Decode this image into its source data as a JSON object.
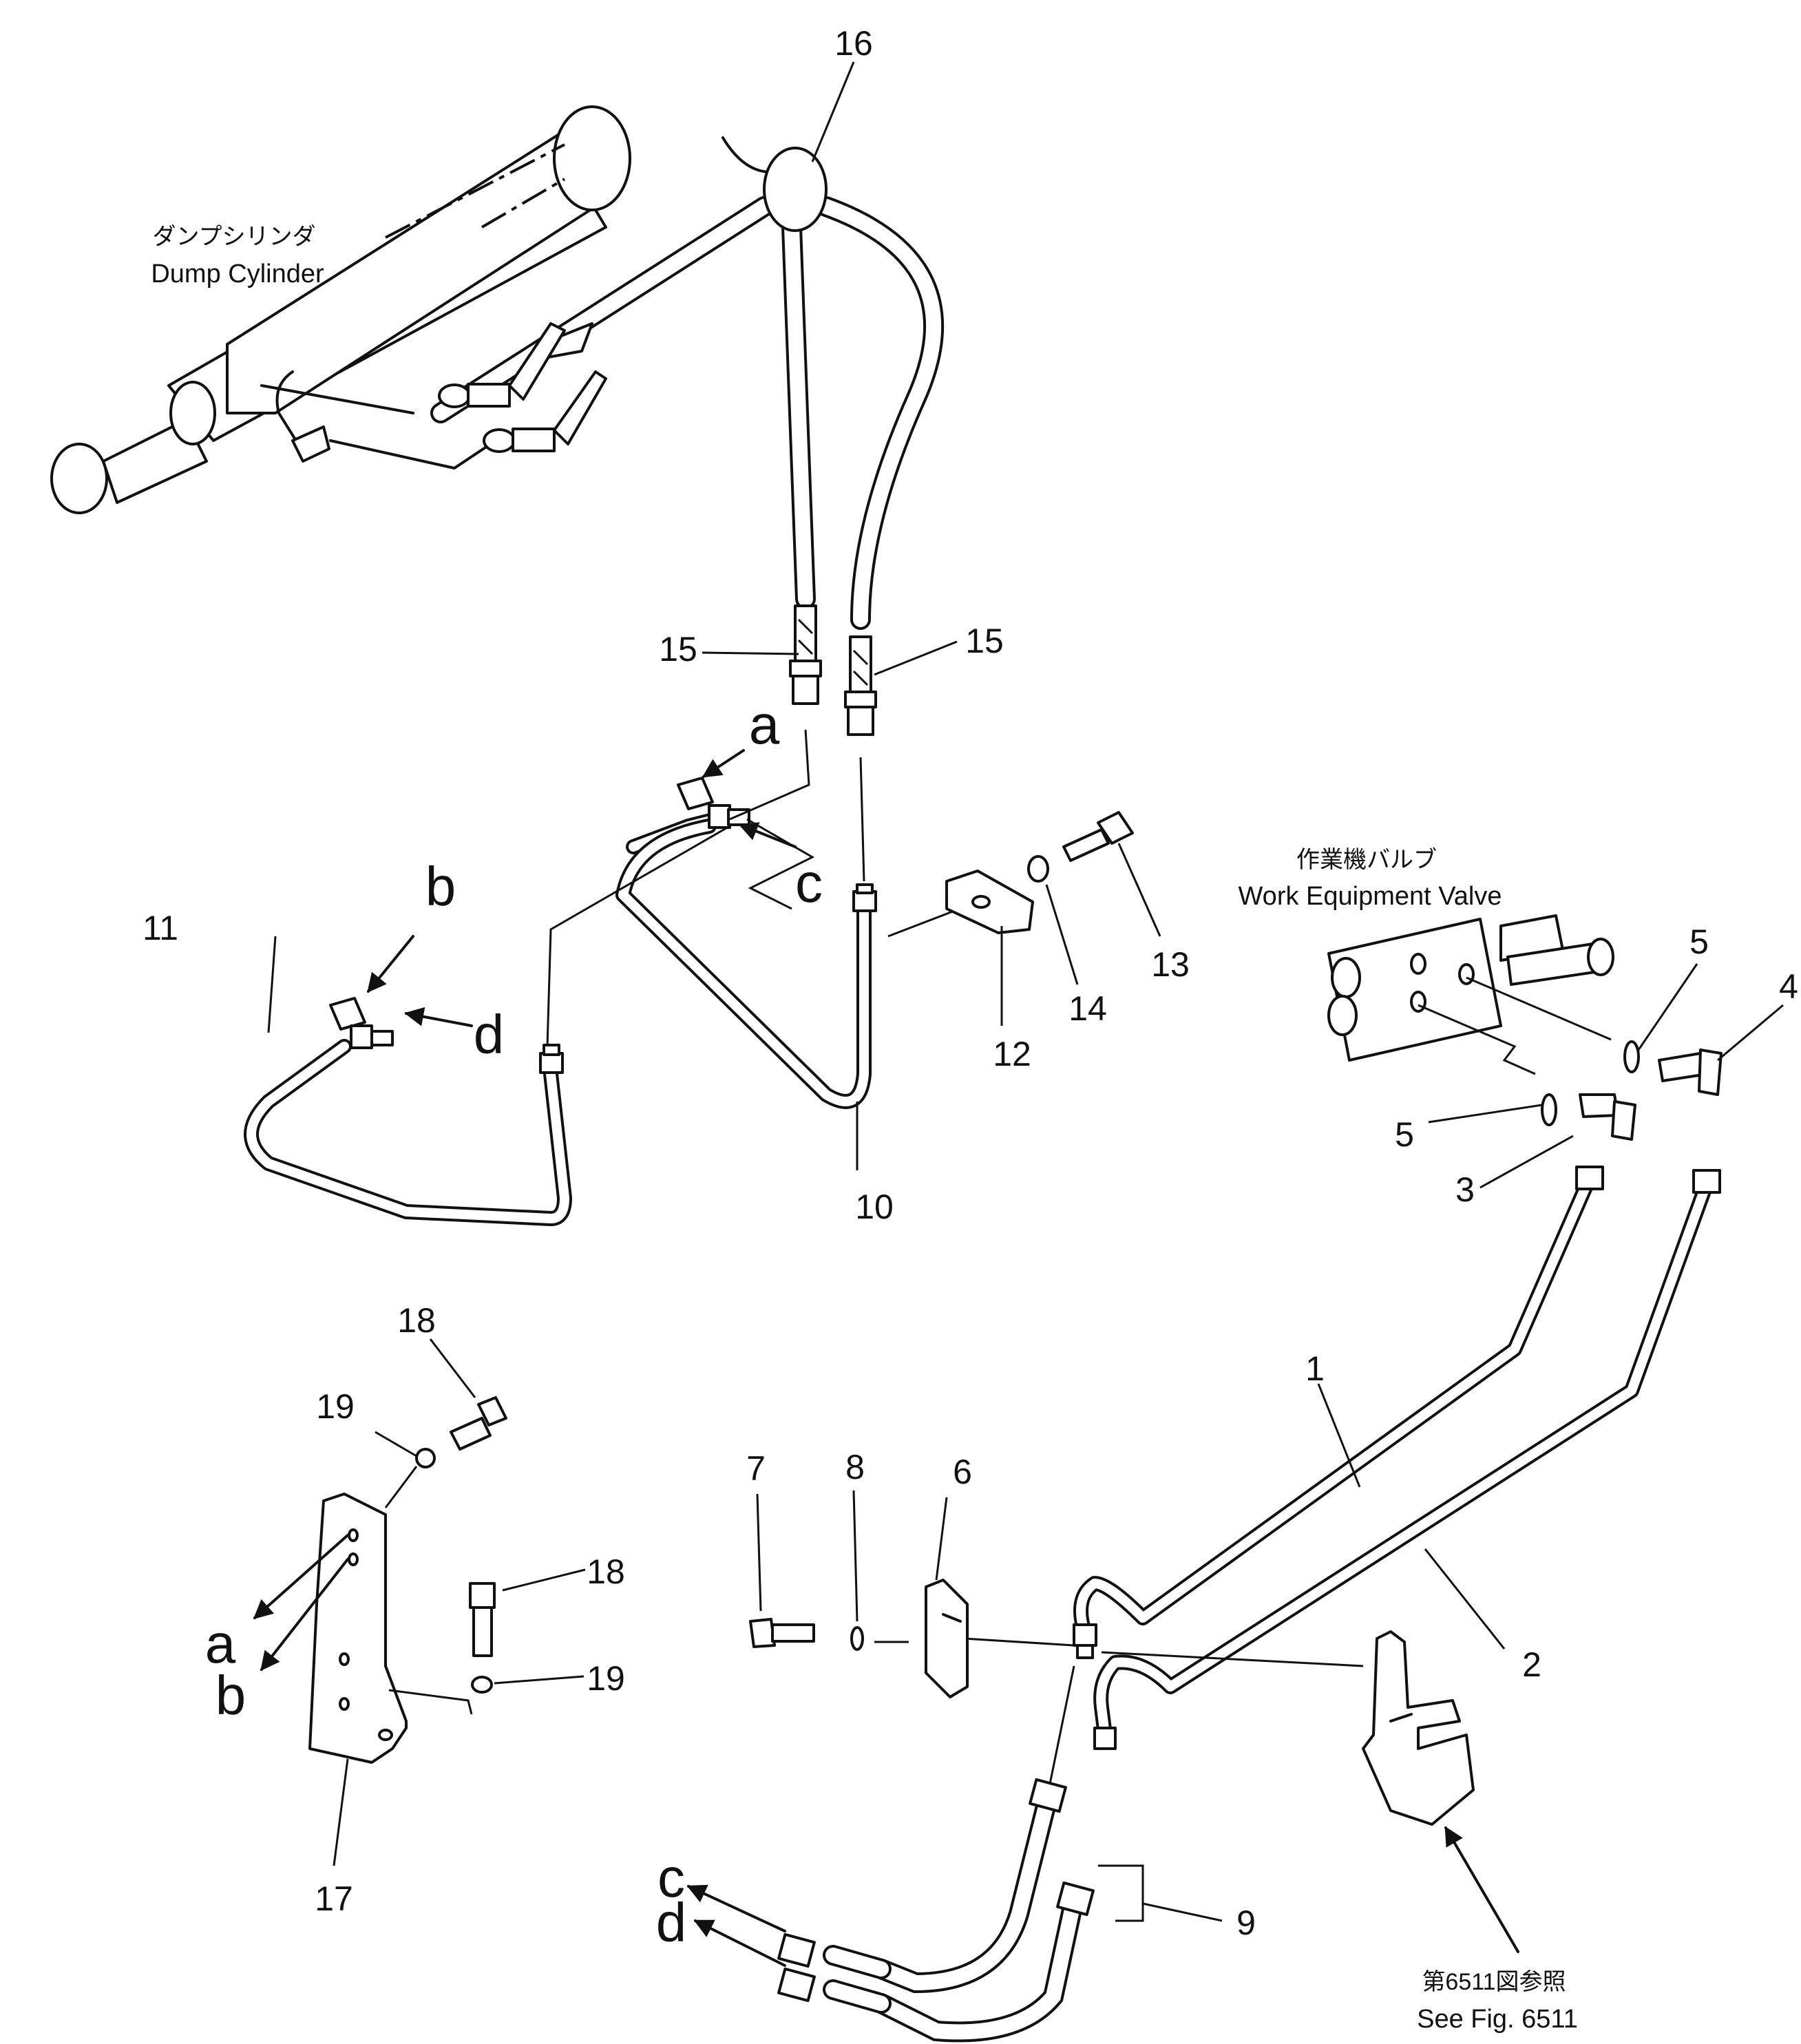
{
  "callouts": {
    "n1": "1",
    "n2": "2",
    "n3": "3",
    "n4": "4",
    "n5a": "5",
    "n5b": "5",
    "n6": "6",
    "n7": "7",
    "n8": "8",
    "n9": "9",
    "n10": "10",
    "n11": "11",
    "n12": "12",
    "n13": "13",
    "n14": "14",
    "n15a": "15",
    "n15b": "15",
    "n16": "16",
    "n17": "17",
    "n18a": "18",
    "n18b": "18",
    "n19a": "19",
    "n19b": "19"
  },
  "ports": {
    "a_top": "a",
    "b_top": "b",
    "c_top": "c",
    "d_top": "d",
    "a_bottom": "a",
    "b_bottom": "b",
    "c_bottom": "c",
    "d_bottom": "d"
  },
  "captions": {
    "dump_cylinder_jp": "ダンプシリンダ",
    "dump_cylinder_en": "Dump Cylinder",
    "work_valve_jp": "作業機バルブ",
    "work_valve_en": "Work Equipment Valve",
    "see_fig_jp": "第6511図参照",
    "see_fig_en": "See Fig. 6511"
  },
  "icons": [
    "hydraulic-cylinder-icon",
    "control-valve-icon",
    "hose-icon",
    "pipe-icon",
    "bracket-icon",
    "clamp-icon",
    "bolt-icon",
    "washer-icon",
    "o-ring-icon",
    "elbow-fitting-icon",
    "tee-fitting-icon",
    "arrow-icon"
  ]
}
